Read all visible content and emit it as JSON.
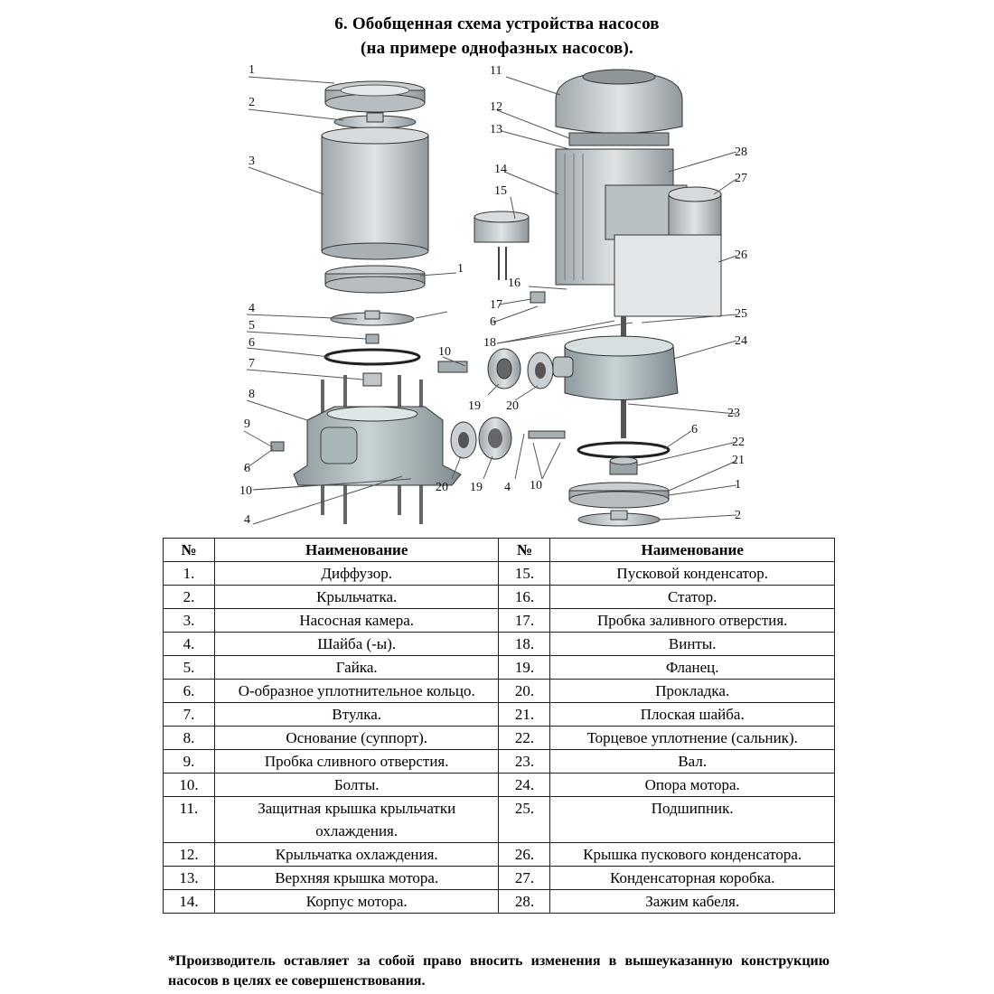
{
  "title": {
    "line1": "6. Обобщенная схема устройства насосов",
    "line2": "(на примере однофазных насосов)."
  },
  "diagram": {
    "callouts": [
      "1",
      "2",
      "3",
      "1",
      "4",
      "5",
      "6",
      "7",
      "8",
      "9",
      "6",
      "10",
      "4",
      "11",
      "12",
      "13",
      "14",
      "15",
      "16",
      "17",
      "6",
      "18",
      "10",
      "19",
      "20",
      "20",
      "19",
      "4",
      "10",
      "28",
      "27",
      "26",
      "25",
      "24",
      "23",
      "6",
      "22",
      "21",
      "1",
      "2"
    ]
  },
  "table": {
    "headers": [
      "№",
      "Наименование",
      "№",
      "Наименование"
    ],
    "rows": [
      [
        "1.",
        "Диффузор.",
        "15.",
        "Пусковой конденсатор."
      ],
      [
        "2.",
        "Крыльчатка.",
        "16.",
        "Статор."
      ],
      [
        "3.",
        "Насосная камера.",
        "17.",
        "Пробка заливного отверстия."
      ],
      [
        "4.",
        "Шайба (-ы).",
        "18.",
        "Винты."
      ],
      [
        "5.",
        "Гайка.",
        "19.",
        "Фланец."
      ],
      [
        "6.",
        "О-образное уплотнительное кольцо.",
        "20.",
        "Прокладка."
      ],
      [
        "7.",
        "Втулка.",
        "21.",
        "Плоская шайба."
      ],
      [
        "8.",
        "Основание (суппорт).",
        "22.",
        "Торцевое уплотнение (сальник)."
      ],
      [
        "9.",
        "Пробка сливного отверстия.",
        "23.",
        "Вал."
      ],
      [
        "10.",
        "Болты.",
        "24.",
        "Опора мотора."
      ],
      [
        "11.",
        "Защитная крышка крыльчатки охлаждения.",
        "25.",
        "Подшипник."
      ],
      [
        "12.",
        "Крыльчатка охлаждения.",
        "26.",
        "Крышка пускового конденсатора."
      ],
      [
        "13.",
        "Верхняя крышка мотора.",
        "27.",
        "Конденсаторная коробка."
      ],
      [
        "14.",
        "Корпус мотора.",
        "28.",
        "Зажим кабеля."
      ]
    ]
  },
  "footnote": "*Производитель оставляет за собой право вносить изменения в вышеуказанную конструкцию насосов в целях ее совершенствования."
}
